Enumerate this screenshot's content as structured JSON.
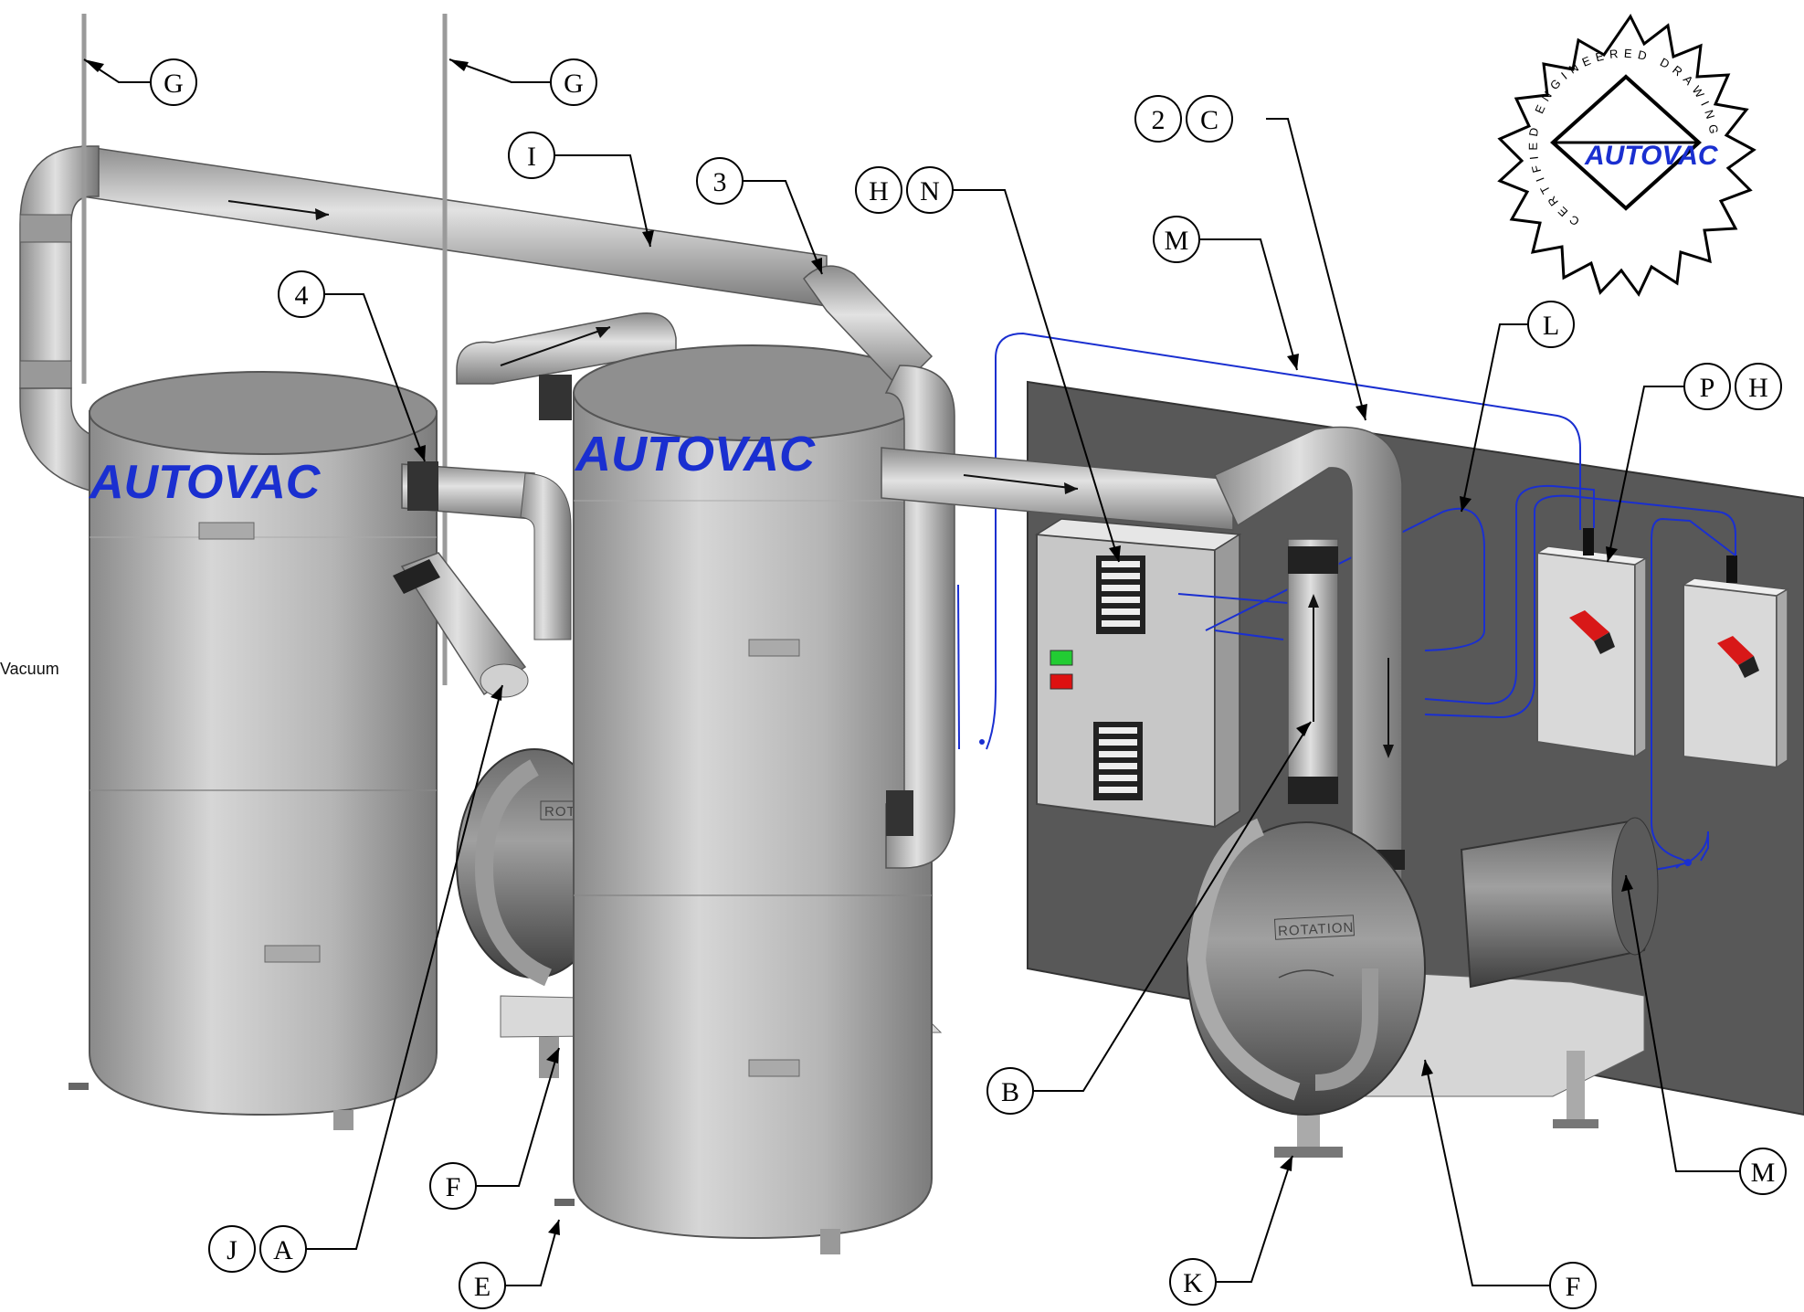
{
  "side_text": "Vacuum",
  "brand_text": "AUTOVAC",
  "rotation_text": "ROTATION",
  "rotation_text_partial": "ROTA",
  "seal": {
    "ring_text": "CERTIFIED ENGINEERED DRAWING",
    "brand": "AUTOVAC"
  },
  "callouts": [
    {
      "id": "G1",
      "labels": [
        "G"
      ]
    },
    {
      "id": "G2",
      "labels": [
        "G"
      ]
    },
    {
      "id": "I",
      "labels": [
        "I"
      ]
    },
    {
      "id": "3",
      "labels": [
        "3"
      ]
    },
    {
      "id": "HN",
      "labels": [
        "H",
        "N"
      ]
    },
    {
      "id": "2C",
      "labels": [
        "2",
        "C"
      ]
    },
    {
      "id": "M1",
      "labels": [
        "M"
      ]
    },
    {
      "id": "L",
      "labels": [
        "L"
      ]
    },
    {
      "id": "PH",
      "labels": [
        "P",
        "H"
      ]
    },
    {
      "id": "4",
      "labels": [
        "4"
      ]
    },
    {
      "id": "B",
      "labels": [
        "B"
      ]
    },
    {
      "id": "F1",
      "labels": [
        "F"
      ]
    },
    {
      "id": "JA",
      "labels": [
        "J",
        "A"
      ]
    },
    {
      "id": "E",
      "labels": [
        "E"
      ]
    },
    {
      "id": "K",
      "labels": [
        "K"
      ]
    },
    {
      "id": "F2",
      "labels": [
        "F"
      ]
    },
    {
      "id": "M2",
      "labels": [
        "M"
      ]
    }
  ],
  "colors": {
    "brand_blue": "#1a2fd0",
    "wire_blue": "#1a2fd0",
    "panel_dark": "#555555",
    "steel": "#b8b8b8",
    "indicator_green": "#22cc33",
    "indicator_red": "#dd1111",
    "switch_red": "#d81818"
  }
}
